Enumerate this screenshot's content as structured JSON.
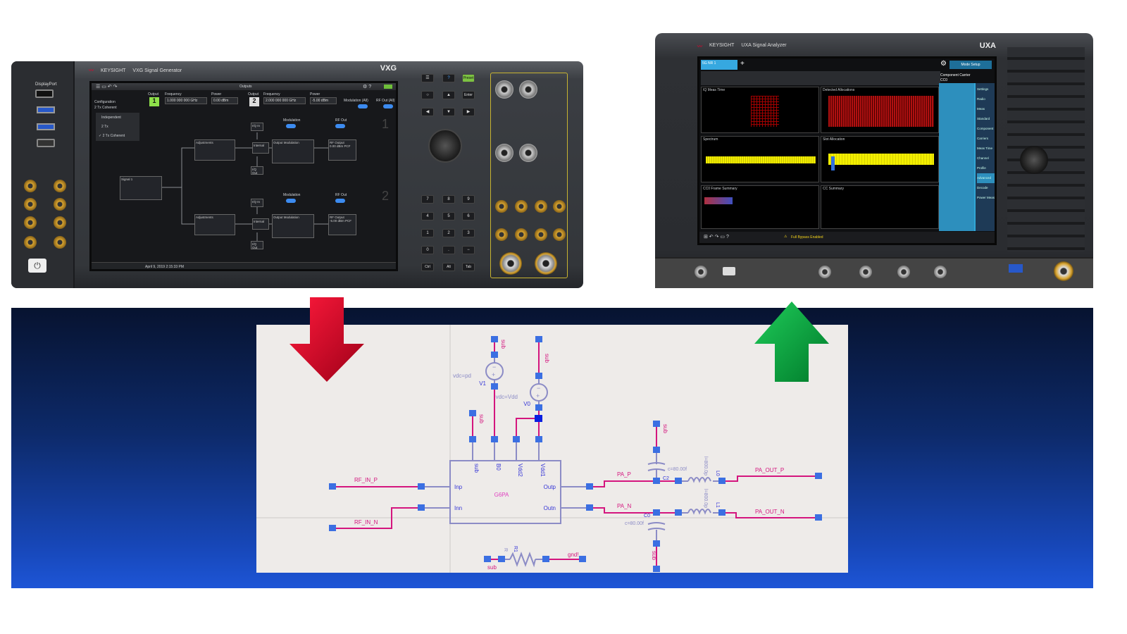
{
  "vxg": {
    "brand": "KEYSIGHT",
    "title": "VXG Signal Generator",
    "model": "VXG",
    "front_ports": {
      "display_port": "DisplayPort"
    },
    "screen": {
      "header": "Outputs",
      "output1": {
        "label": "Output",
        "number": "1",
        "frequency_label": "Frequency",
        "frequency": "1.000 000 000 GHz",
        "power_label": "Power",
        "power": "0.00 dBm"
      },
      "output2": {
        "label": "Output",
        "number": "2",
        "frequency_label": "Frequency",
        "frequency": "2.000 000 000 GHz",
        "power_label": "Power",
        "power": "-5.00 dBm"
      },
      "modulation_all": "Modulation (All)",
      "rf_out_all": "RF Out (All)",
      "configuration_label": "Configuration",
      "configuration_value": "2 Tx Coherent",
      "config_options": [
        "Independent",
        "2 Tx",
        "✓ 2 Tx Coherent"
      ],
      "signal": "Signal 1",
      "channels": [
        {
          "number": "1",
          "adjustments": "Adjustments",
          "output_modulation": "Output Modulation",
          "rf_output": "RF Output",
          "iq_in": "I/Q In",
          "iq_out": "I/Q Out",
          "modulation": "Modulation",
          "rf_out": "RF Out",
          "internal": "Internal",
          "rf_value": "0.00 dBm PCF"
        },
        {
          "number": "2",
          "adjustments": "Adjustments",
          "output_modulation": "Output Modulation",
          "rf_output": "RF Output",
          "iq_in": "I/Q In",
          "iq_out": "I/Q Out",
          "modulation": "Modulation",
          "rf_out": "RF Out",
          "internal": "Internal",
          "rf_value": "-5.00 dBm PCF"
        }
      ],
      "status_date": "April 9, 2019 2:15:33 PM"
    },
    "keys": [
      "Preset",
      "Enter",
      "7",
      "8",
      "9",
      "4",
      "5",
      "6",
      "1",
      "2",
      "3",
      "0",
      ".",
      "−",
      "Ctrl",
      "Alt",
      "Tab"
    ]
  },
  "uxa": {
    "brand": "KEYSIGHT",
    "title": "UXA Signal Analyzer",
    "model": "UXA",
    "screen": {
      "mode_tab": "5G NR 1",
      "mode_setup": "Mode Setup",
      "component_carrier": "Component Carrier",
      "cc": "CC0",
      "panels": [
        "IQ Meas Time",
        "Detected Allocations",
        "Spectrum",
        "Slot Allocation",
        "CC0 Frame Summary",
        "CC Summary"
      ],
      "side_menu": [
        "Settings",
        "Radio",
        "Meas Standard",
        "Component Carriers",
        "Meas Time",
        "Channel Profile",
        "Advanced",
        "Decode",
        "Power Meas"
      ],
      "warning": "Full Bypass Enabled"
    }
  },
  "arrows": {
    "down_color": "#e4002b",
    "up_color": "#00a03c"
  },
  "schematic": {
    "block": {
      "name": "G6PA",
      "pins_top": [
        "sub",
        "B0",
        "Vdd2",
        "Vdd1"
      ],
      "pins_left": [
        "Inp",
        "Inn"
      ],
      "pins_right": [
        "Outp",
        "Outn"
      ]
    },
    "sources": [
      {
        "name": "V1",
        "value": "vdc=pd"
      },
      {
        "name": "V0",
        "value": "vdc=Vdd"
      }
    ],
    "nets": {
      "rf_in_p": "RF_IN_P",
      "rf_in_n": "RF_IN_N",
      "pa_p": "PA_P",
      "pa_n": "PA_N",
      "pa_out_p": "PA_OUT_P",
      "pa_out_n": "PA_OUT_N",
      "sub": "sub",
      "gnd": "gnd!"
    },
    "capacitors": [
      {
        "name": "C2",
        "value": "c=80.00f"
      },
      {
        "name": "C0",
        "value": "c=80.00f"
      }
    ],
    "inductors": [
      {
        "name": "L0",
        "value": "l=800.0p"
      },
      {
        "name": "L1",
        "value": "l=800.0p"
      }
    ],
    "resistor": {
      "name": "R1",
      "value": "R"
    },
    "colors": {
      "wire": "#d4157e",
      "pin_wire": "#8c8cc6",
      "pin": "#3b6fe2",
      "pin_label": "#3434d6"
    }
  }
}
